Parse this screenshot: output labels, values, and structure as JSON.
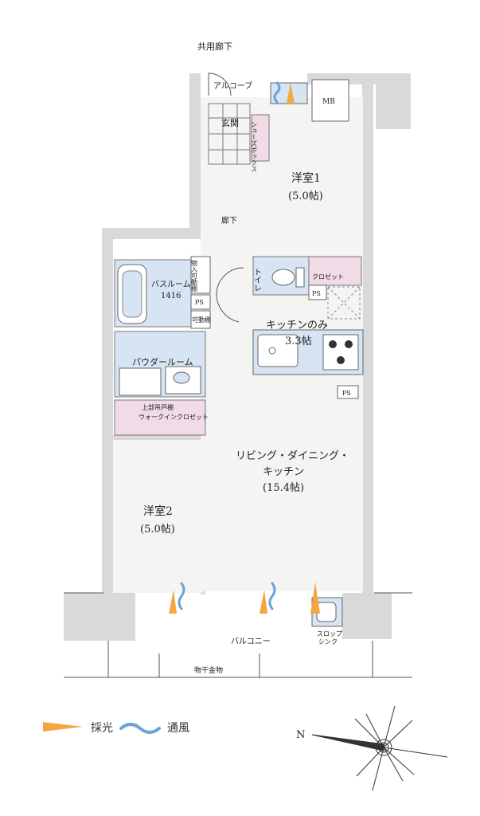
{
  "labels": {
    "corridor_shared": "共用廊下",
    "alcove": "アルコーブ",
    "mb": "MB",
    "entrance": "玄関",
    "shoe_box": "シューズボックス",
    "room1_name": "洋室1",
    "room1_size": "(5.0帖)",
    "hallway": "廊下",
    "storage_shelf": "物入可動棚",
    "bathroom": "バスルーム",
    "bathroom_size": "1416",
    "ps": "PS",
    "movable_shelf": "可動棚",
    "toilet": "トイレ",
    "closet": "クロゼット",
    "kitchen_only": "キッチンのみ",
    "kitchen_size": "3.3帖",
    "powder_room": "パウダールーム",
    "upper_cabinet": "上部吊戸棚",
    "walkin_closet": "ウォークインクロゼット",
    "ldk_line1": "リビング・ダイニング・",
    "ldk_line2": "キッチン",
    "ldk_size": "(15.4帖)",
    "room2_name": "洋室2",
    "room2_size": "(5.0帖)",
    "balcony": "バルコニー",
    "slop_sink_1": "スロップ",
    "slop_sink_2": "シンク",
    "laundry_rod": "物干金物",
    "compass_n": "N"
  },
  "legend": {
    "light": "採光",
    "ventilation": "通風"
  },
  "colors": {
    "wall": "#d9d9d9",
    "floor": "#f2f2f0",
    "wet_area": "#d6e4f3",
    "storage": "#f0dbe6",
    "kitchen_counter": "#d6e4f3",
    "light_arrow": "#f4a640",
    "ventilation_wave": "#6aa3d8"
  }
}
